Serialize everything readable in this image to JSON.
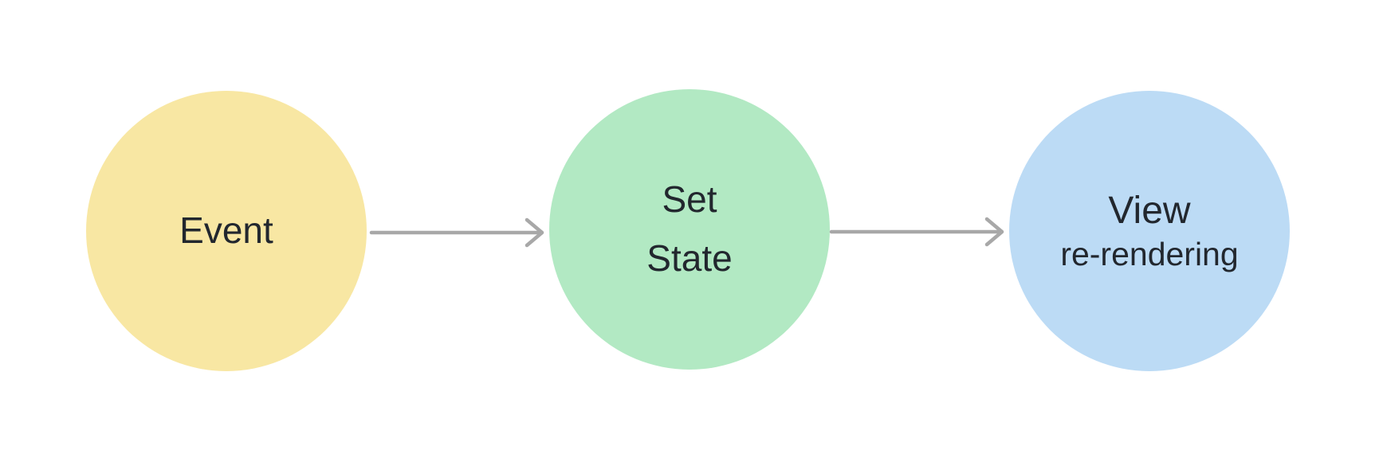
{
  "diagram": {
    "background": "#ffffff",
    "text_color": "#22272e",
    "nodes": [
      {
        "name": "event",
        "lines": [
          "Event"
        ],
        "fill": "#f8e7a3"
      },
      {
        "name": "set-state",
        "lines": [
          "Set",
          "State"
        ],
        "fill": "#b2e9c3"
      },
      {
        "name": "view",
        "lines": [
          "View",
          "re-rendering"
        ],
        "fill": "#bcdbf5"
      }
    ],
    "arrows": [
      {
        "from": "event",
        "to": "set-state",
        "color": "#a8a8a8"
      },
      {
        "from": "set-state",
        "to": "view",
        "color": "#a8a8a8"
      }
    ]
  }
}
